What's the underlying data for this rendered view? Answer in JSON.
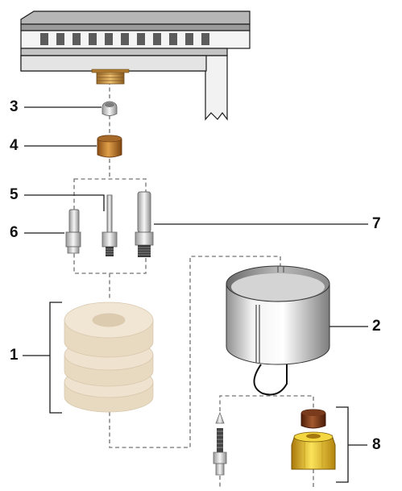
{
  "callouts": {
    "c1": "1",
    "c2": "2",
    "c3": "3",
    "c4": "4",
    "c5": "5",
    "c6": "6",
    "c7": "7",
    "c8": "8"
  },
  "colors": {
    "line": "#1a1a1a",
    "dash": "#8c8c8c",
    "brass": "#e9b830",
    "copper": "#c77a2c",
    "brown": "#7a3a1c",
    "steel": "#c8c8c8",
    "ceramic": "#efe3cf"
  }
}
